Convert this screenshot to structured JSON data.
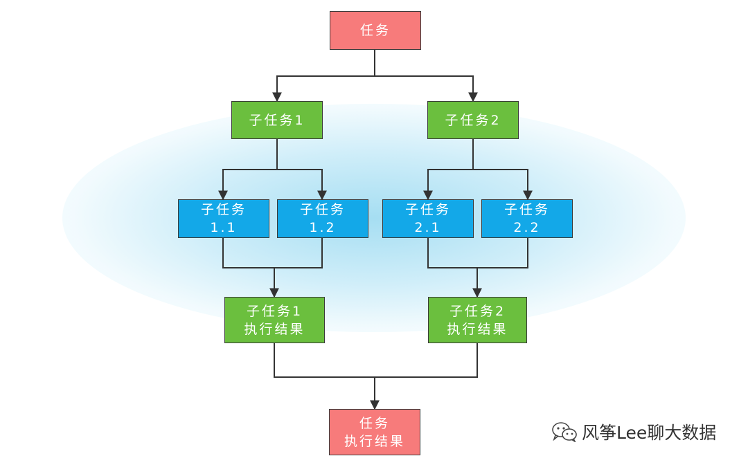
{
  "nodes": {
    "root": "任务",
    "sub1": "子任务1",
    "sub2": "子任务2",
    "sub11_line1": "子任务",
    "sub11_line2": "1.1",
    "sub12_line1": "子任务",
    "sub12_line2": "1.2",
    "sub21_line1": "子任务",
    "sub21_line2": "2.1",
    "sub22_line1": "子任务",
    "sub22_line2": "2.2",
    "result1_line1": "子任务1",
    "result1_line2": "执行结果",
    "result2_line1": "子任务2",
    "result2_line2": "执行结果",
    "final_line1": "任务",
    "final_line2": "执行结果"
  },
  "watermark": {
    "text": "风筝Lee聊大数据",
    "icon": "wechat-icon"
  },
  "colors": {
    "red": "#f77b7b",
    "green": "#6bbf3e",
    "blue": "#13a8e8",
    "line": "#333333",
    "glow": "#96d8f0"
  }
}
